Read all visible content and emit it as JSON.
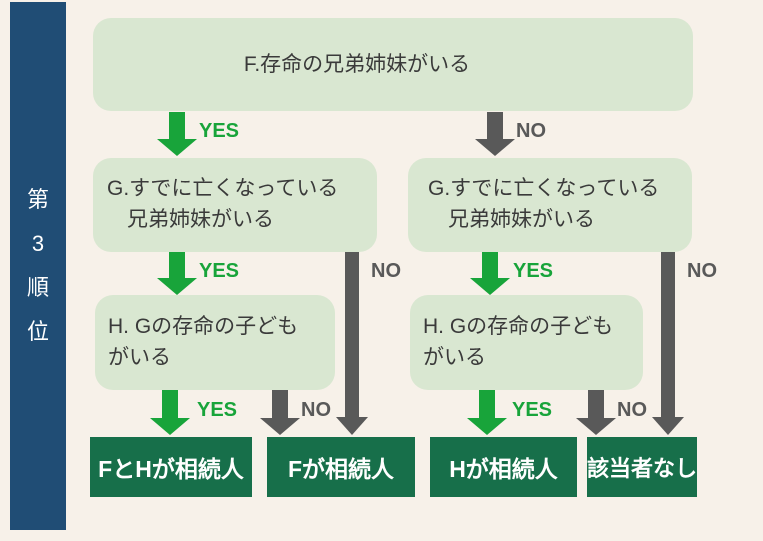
{
  "sidebar": {
    "title": "第3順位",
    "chars": [
      "第",
      "3",
      "順",
      "位"
    ]
  },
  "labels": {
    "yes": "YES",
    "no": "NO"
  },
  "boxes": {
    "f": "F.存命の兄弟姉妹がいる",
    "g_line1": "G.すでに亡くなっている",
    "g_line2": "兄弟姉妹がいる",
    "h_line1": "H. Gの存命の子ども",
    "h_line2": "がいる"
  },
  "results": {
    "f_and_h": "FとHが相続人",
    "f_only": "Fが相続人",
    "h_only": "Hが相続人",
    "none": "該当者なし"
  },
  "colors": {
    "background": "#f7f1e9",
    "sidebar": "#204d75",
    "question_box": "#d9e7d1",
    "result_box": "#176f4a",
    "yes_green": "#18a43a",
    "no_gray": "#595959",
    "text_dark": "#3a3a3a"
  }
}
